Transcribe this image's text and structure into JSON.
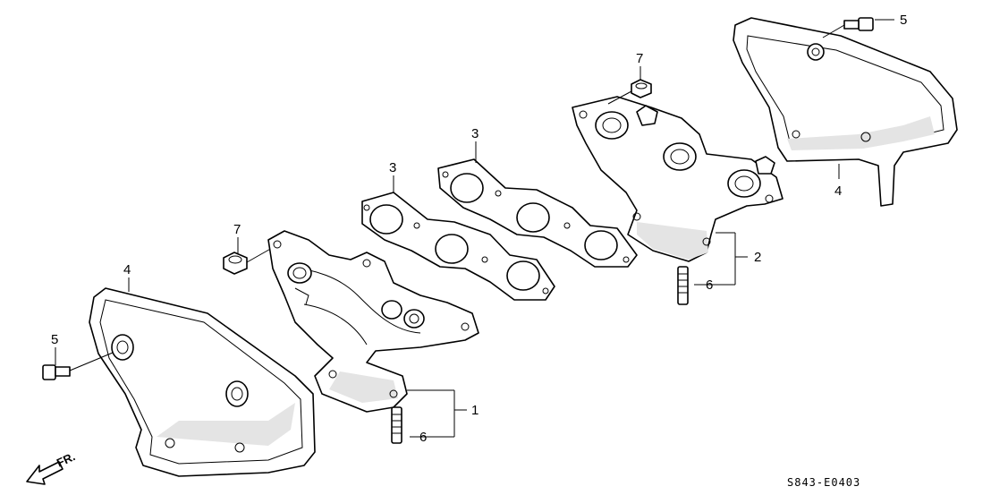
{
  "callouts": {
    "manifold_front": "1",
    "manifold_rear": "2",
    "gasket_front": "3",
    "gasket_rear": "3",
    "cover_front": "4",
    "cover_rear": "4",
    "bolt_front": "5",
    "bolt_rear": "5",
    "stud_front": "6",
    "stud_rear": "6",
    "nut_front": "7",
    "nut_rear": "7"
  },
  "direction_label": "FR.",
  "diagram_code": "S843-E0403"
}
